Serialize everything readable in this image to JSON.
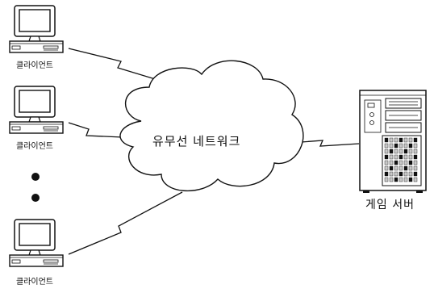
{
  "clients": [
    {
      "label": "클라이언트"
    },
    {
      "label": "클라이언트"
    },
    {
      "label": "클라이언트"
    }
  ],
  "network": {
    "label": "유무선 네트워크"
  },
  "server": {
    "label": "게임 서버"
  },
  "ellipsis_dots": 2,
  "colors": {
    "line": "#111111",
    "fill": "#ffffff",
    "shade": "#c8c8c8"
  }
}
